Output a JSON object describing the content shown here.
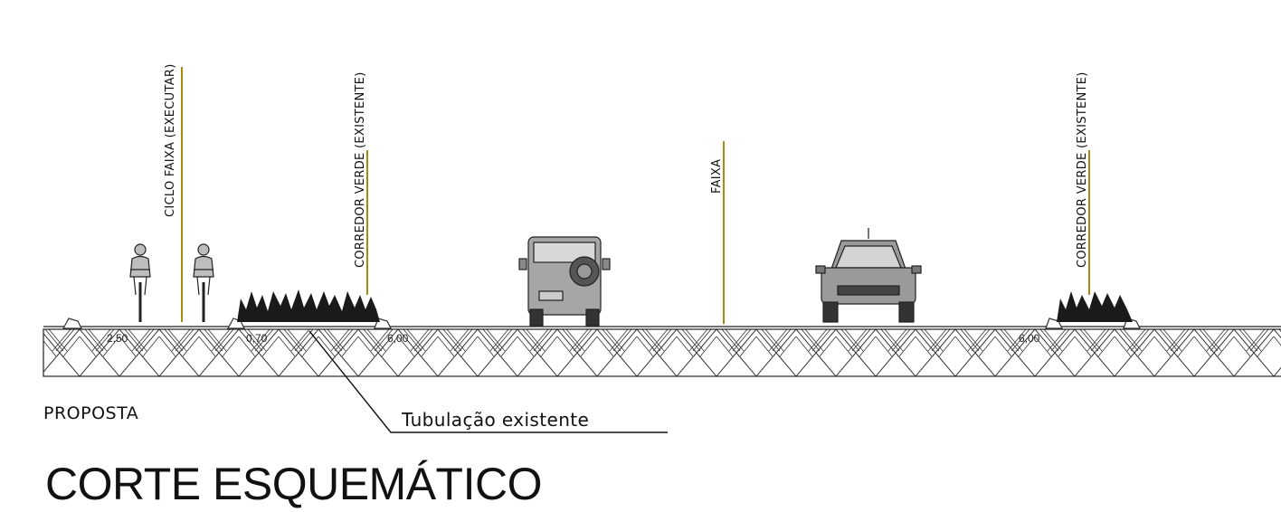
{
  "labels": {
    "ciclo_faixa": "CICLO FAIXA (EXECUTAR)",
    "corredor_verde_left": "CORREDOR VERDE (EXISTENTE)",
    "faixa": "FAIXA",
    "corredor_verde_right": "CORREDOR VERDE (EXISTENTE)"
  },
  "dimensions": {
    "d1": "2,50",
    "d2": "0,70",
    "d3": "6,00",
    "d4": "6,00"
  },
  "section_label": "PROPOSTA",
  "callout": "Tubulação existente",
  "title": "CORTE ESQUEMÁTICO",
  "colors": {
    "leader_line": "#a88a12",
    "ground_fill": "#ffffff",
    "hatch": "#333333",
    "vehicle_body": "#9a9a9a",
    "vegetation": "#1a1a1a"
  }
}
